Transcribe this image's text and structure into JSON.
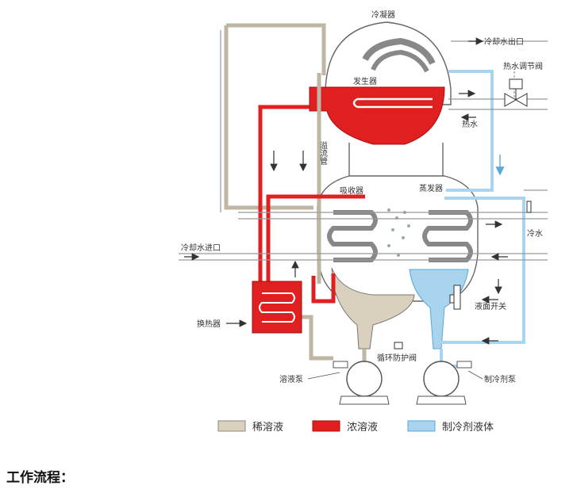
{
  "labels": {
    "condenser": "冷凝器",
    "cooling_water_out": "冷却水出口",
    "hot_water_valve": "热水调节阀",
    "generator": "发生器",
    "hot_water": "热水",
    "overflow_pipe": "溢流管",
    "absorber": "吸收器",
    "evaporator": "蒸发器",
    "cooling_water_in": "冷却水进口",
    "chilled_water": "冷水",
    "level_switch": "液面开关",
    "heat_exchanger": "换热器",
    "circulation_valve": "循环防护阀",
    "solution_pump": "溶液泵",
    "refrigerant_pump": "制冷剂泵"
  },
  "legend": [
    {
      "label": "稀溶液",
      "color": "#d9d0bd"
    },
    {
      "label": "浓溶液",
      "color": "#e02020"
    },
    {
      "label": "制冷剂液体",
      "color": "#a8d4ee"
    }
  ],
  "heading": "工作流程："
}
